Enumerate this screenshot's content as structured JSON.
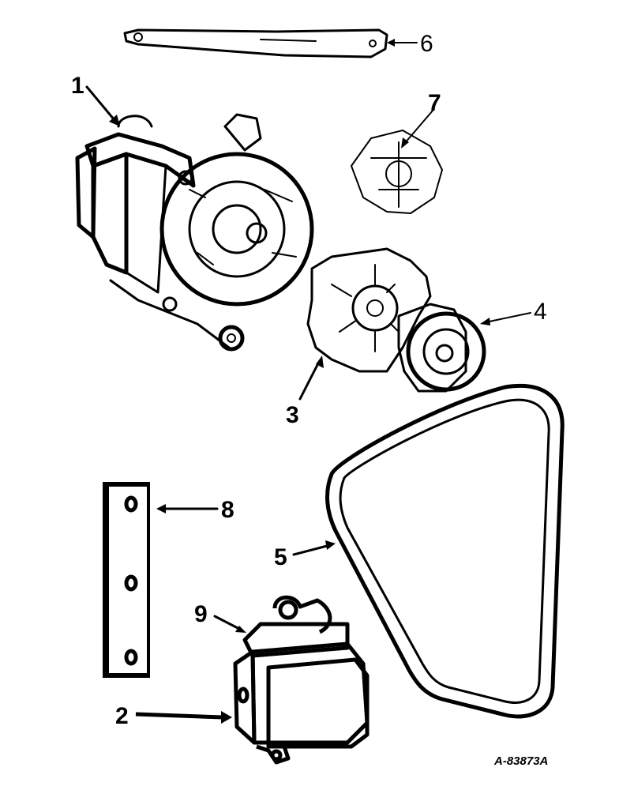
{
  "callouts": {
    "c1": "1",
    "c2": "2",
    "c3": "3",
    "c4": "4",
    "c5": "5",
    "c6": "6",
    "c7": "7",
    "c8": "8",
    "c9": "9"
  },
  "reference_code": "A-83873A"
}
